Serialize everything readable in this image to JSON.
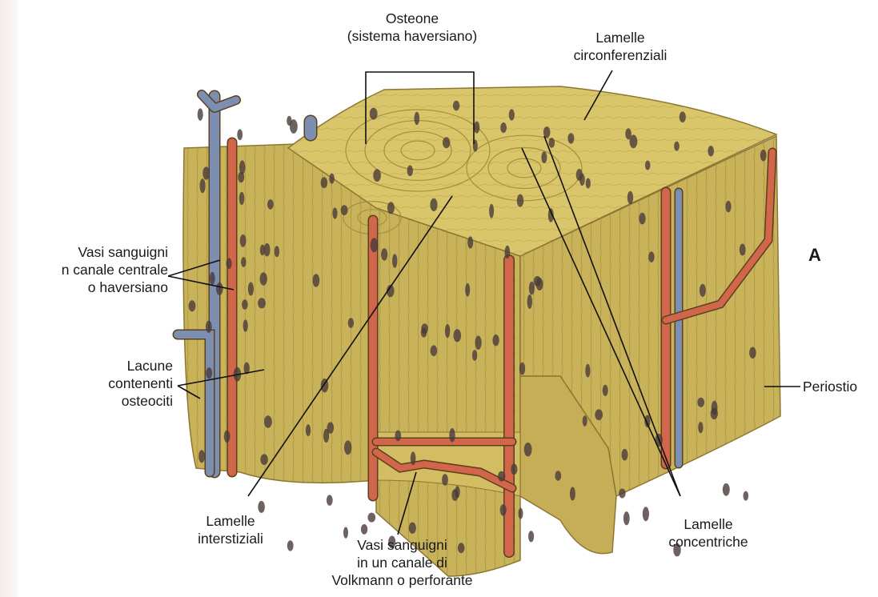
{
  "figure_letter": "A",
  "labels": {
    "osteone": [
      "Osteone",
      "(sistema haversiano)"
    ],
    "lamelle_circ": [
      "Lamelle",
      "circonferenziali"
    ],
    "vasi_centrale": [
      "Vasi sanguigni",
      "n canale centrale",
      "o haversiano"
    ],
    "lacune": [
      "Lacune",
      "contenenti",
      "osteociti"
    ],
    "periostio": "Periostio",
    "lamelle_inter": [
      "Lamelle",
      "interstiziali"
    ],
    "vasi_volkmann": [
      "Vasi sanguigni",
      "in un canale di",
      "Volkmann o perforante"
    ],
    "lamelle_conc": [
      "Lamelle",
      "concentriche"
    ]
  },
  "colors": {
    "bone": "#d9c56a",
    "bone_dark": "#b99f45",
    "bone_light": "#e8d98c",
    "artery": "#d2664a",
    "vein": "#7d8fb0",
    "lacuna": "#4a3b3a",
    "line": "#111111"
  }
}
